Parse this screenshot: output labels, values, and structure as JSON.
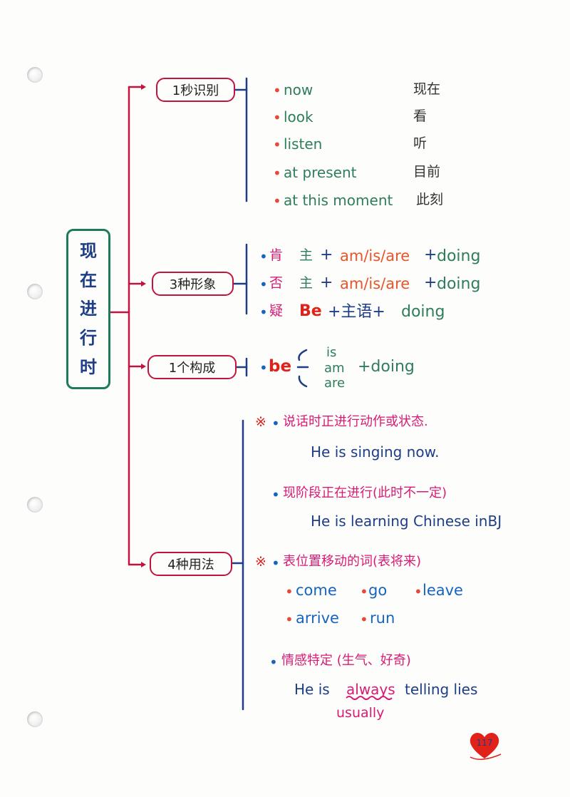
{
  "root": {
    "chars": [
      "现",
      "在",
      "进",
      "行",
      "时"
    ]
  },
  "branches": [
    {
      "label": "1秒识别"
    },
    {
      "label": "3种形象"
    },
    {
      "label": "1个构成"
    },
    {
      "label": "4种用法"
    }
  ],
  "signals": [
    {
      "en": "now",
      "zh": "现在"
    },
    {
      "en": "look",
      "zh": "看"
    },
    {
      "en": "listen",
      "zh": "听"
    },
    {
      "en": "at present",
      "zh": "目前"
    },
    {
      "en": "at this moment",
      "zh": "此刻"
    }
  ],
  "forms": [
    {
      "type": "肯",
      "subject": "主",
      "plus1": "+",
      "be": "am/is/are",
      "plus2": "+",
      "verb": "doing"
    },
    {
      "type": "否",
      "subject": "主",
      "plus1": "+",
      "be": "am/is/are",
      "plus2": "+",
      "verb": "doing"
    },
    {
      "type": "疑",
      "subject": "",
      "plus1": "",
      "be": "Be",
      "plus2": "+主语+",
      "verb": "doing"
    }
  ],
  "structure": {
    "be": "be",
    "options": [
      "is",
      "am",
      "are"
    ],
    "rest": "+doing"
  },
  "usages": {
    "u1_mark": "※",
    "u1_title": "说话时正进行动作或状态.",
    "u1_example": "He is singing now.",
    "u2_title": "现阶段正在进行(此时不一定)",
    "u2_example": "He is learning Chinese inBJ",
    "u3_mark": "※",
    "u3_title": "表位置移动的词(表将来)",
    "u3_words": [
      "come",
      "go",
      "leave",
      "arrive",
      "run"
    ],
    "u4_title": "情感特定 (生气、好奇)",
    "u4_example_pre": "He is",
    "u4_example_adv": "always",
    "u4_example_post": "telling lies",
    "u4_alt": "usually"
  },
  "page_number": "117",
  "colors": {
    "tree_line": "#c0143f",
    "bracket_line": "#1d3e86",
    "root_border": "#1f7a5a",
    "signal_text": "#2f7d5a",
    "be_orange": "#e8552a",
    "heart": "#e0221b"
  }
}
